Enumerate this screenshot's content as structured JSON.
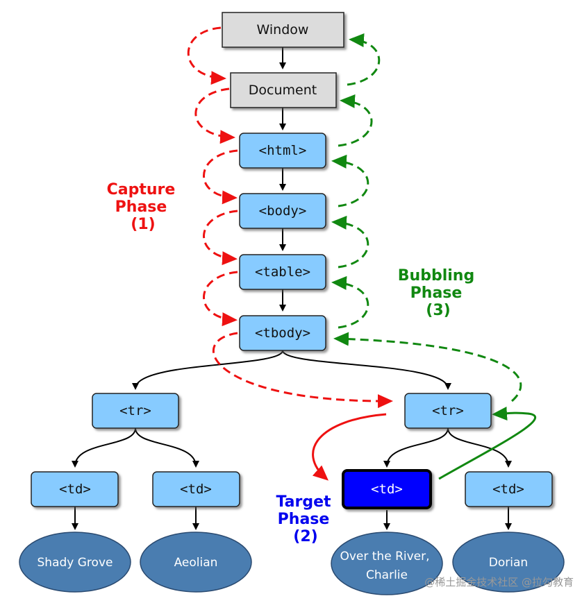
{
  "nodes": {
    "window": "Window",
    "document": "Document",
    "html": "<html>",
    "body": "<body>",
    "table": "<table>",
    "tbody": "<tbody>",
    "tr_left": "<tr>",
    "tr_right": "<tr>",
    "td_1": "<td>",
    "td_2": "<td>",
    "td_target": "<td>",
    "td_4": "<td>"
  },
  "leaves": {
    "leaf_1": "Shady Grove",
    "leaf_2": "Aeolian",
    "leaf_3_line1": "Over the River,",
    "leaf_3_line2": "Charlie",
    "leaf_4": "Dorian"
  },
  "phases": {
    "capture": {
      "line1": "Capture",
      "line2": "Phase",
      "line3": "(1)",
      "color": "#ee1111"
    },
    "bubbling": {
      "line1": "Bubbling",
      "line2": "Phase",
      "line3": "(3)",
      "color": "#118811"
    },
    "target": {
      "line1": "Target",
      "line2": "Phase",
      "line3": "(2)",
      "color": "#0000ee"
    }
  },
  "watermark": "@稀土掘金技术社区 @拉勾教育"
}
